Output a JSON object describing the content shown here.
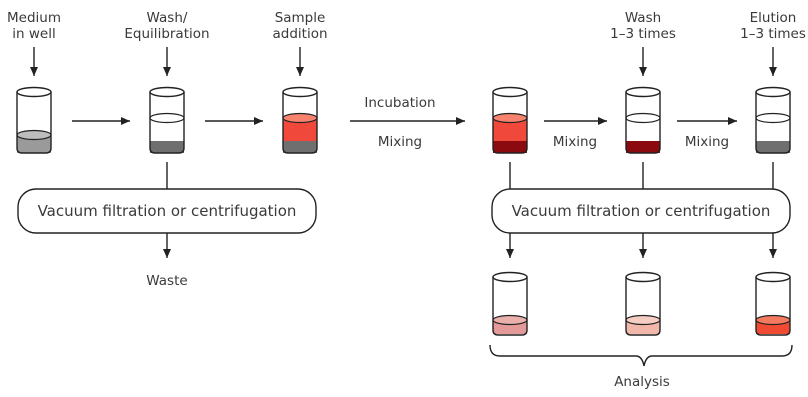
{
  "labels": {
    "medium_in_well": [
      "Medium",
      "in well"
    ],
    "wash_equilibration": [
      "Wash/",
      "Equilibration"
    ],
    "sample_addition": [
      "Sample",
      "addition"
    ],
    "incubation": "Incubation",
    "mixing_main": "Mixing",
    "mixing_1": "Mixing",
    "mixing_2": "Mixing",
    "wash_times": [
      "Wash",
      "1–3 times"
    ],
    "elution_times": [
      "Elution",
      "1–3 times"
    ],
    "waste": "Waste",
    "analysis": "Analysis"
  },
  "boxes": {
    "left": "Vacuum filtration or centrifugation",
    "right": "Vacuum filtration or centrifugation"
  },
  "colors": {
    "grey_liquid": "#9a9a9a",
    "dark_base": "#6f6f6f",
    "red_liquid": "#f0483a",
    "red_top": "#f7836e",
    "dark_red": "#8b0a10",
    "pink_liquid": "#e39a98",
    "light_pink": "#f2b7ab",
    "bright_red": "#f04a32"
  }
}
